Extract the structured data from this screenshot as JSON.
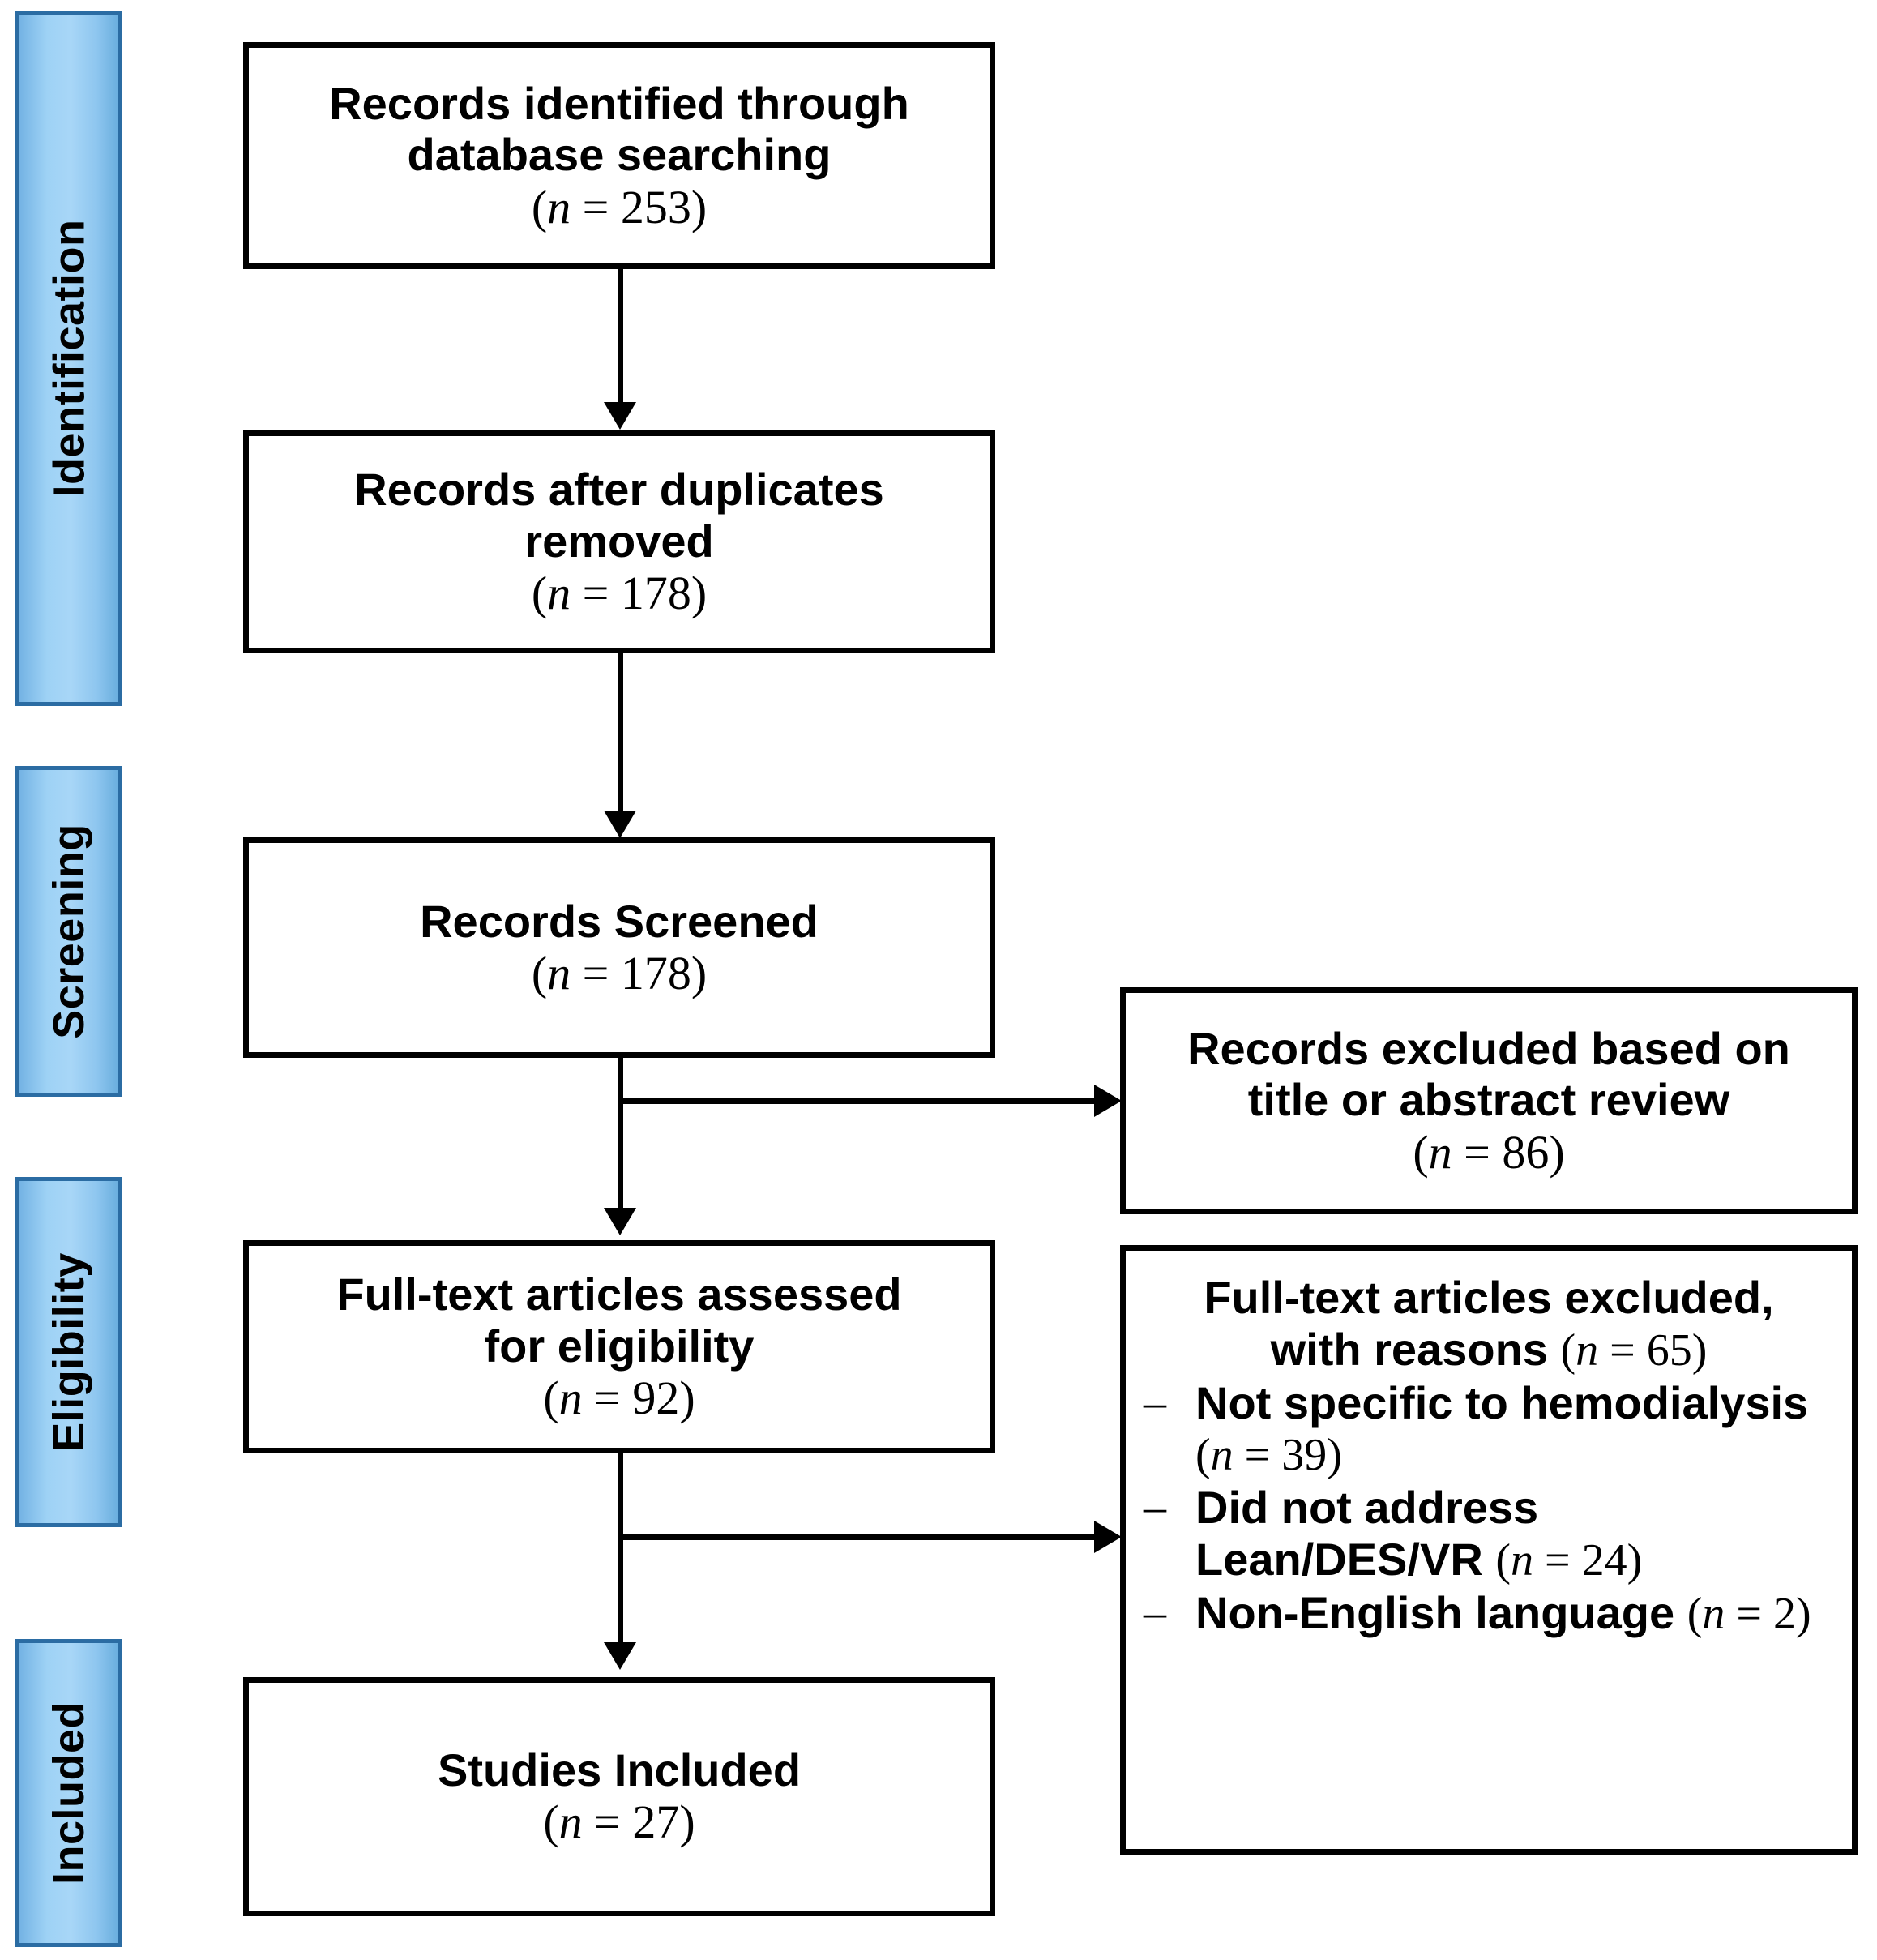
{
  "diagram": {
    "title": "PRISMA flow diagram",
    "accent_blue": "#9ed2f5",
    "accent_blue_border": "#2b6ca3",
    "line_color": "#000000"
  },
  "phases": [
    {
      "id": "identification",
      "label": "Identification"
    },
    {
      "id": "screening",
      "label": "Screening"
    },
    {
      "id": "eligibility",
      "label": "Eligibility"
    },
    {
      "id": "included",
      "label": "Included"
    }
  ],
  "boxes": {
    "records_identified": {
      "line1": "Records identified through",
      "line2": "database searching",
      "n_text": "(n = 253)",
      "n_label": "n",
      "n_value": 253
    },
    "records_after_duplicates": {
      "line1": "Records after duplicates",
      "line2": "removed",
      "n_text": "(n = 178)",
      "n_label": "n",
      "n_value": 178
    },
    "records_screened": {
      "line1": "Records Screened",
      "n_text": "(n = 178)",
      "n_label": "n",
      "n_value": 178
    },
    "records_excluded": {
      "line1": "Records excluded based on",
      "line2": "title or abstract review",
      "n_text": "(n = 86)",
      "n_label": "n",
      "n_value": 86
    },
    "fulltext_assessed": {
      "line1": "Full-text articles assessed",
      "line2": "for eligibility",
      "n_text": "(n = 92)",
      "n_label": "n",
      "n_value": 92
    },
    "fulltext_excluded": {
      "head_line1": "Full-text articles excluded,",
      "head_line2": "with reasons (n = 65)",
      "head_n_value": 65,
      "dash": "–",
      "reasons": [
        {
          "text": "Not specific to hemodialysis (n = 39)",
          "n_value": 39
        },
        {
          "text": "Did not address Lean/DES/VR (n = 24)",
          "n_value": 24
        },
        {
          "text": "Non-English language (n = 2)",
          "n_value": 2
        }
      ]
    },
    "studies_included": {
      "line1": "Studies Included",
      "n_text": "(n = 27)",
      "n_label": "n",
      "n_value": 27
    }
  },
  "connectors": [
    {
      "id": "identified-to-duplicates",
      "kind": "arrow-down"
    },
    {
      "id": "duplicates-to-screened",
      "kind": "arrow-down"
    },
    {
      "id": "screened-to-excluded",
      "kind": "arrow-right"
    },
    {
      "id": "screened-to-fulltext",
      "kind": "arrow-down"
    },
    {
      "id": "fulltext-to-excluded-reasons",
      "kind": "arrow-right"
    },
    {
      "id": "fulltext-to-included",
      "kind": "arrow-down"
    }
  ]
}
